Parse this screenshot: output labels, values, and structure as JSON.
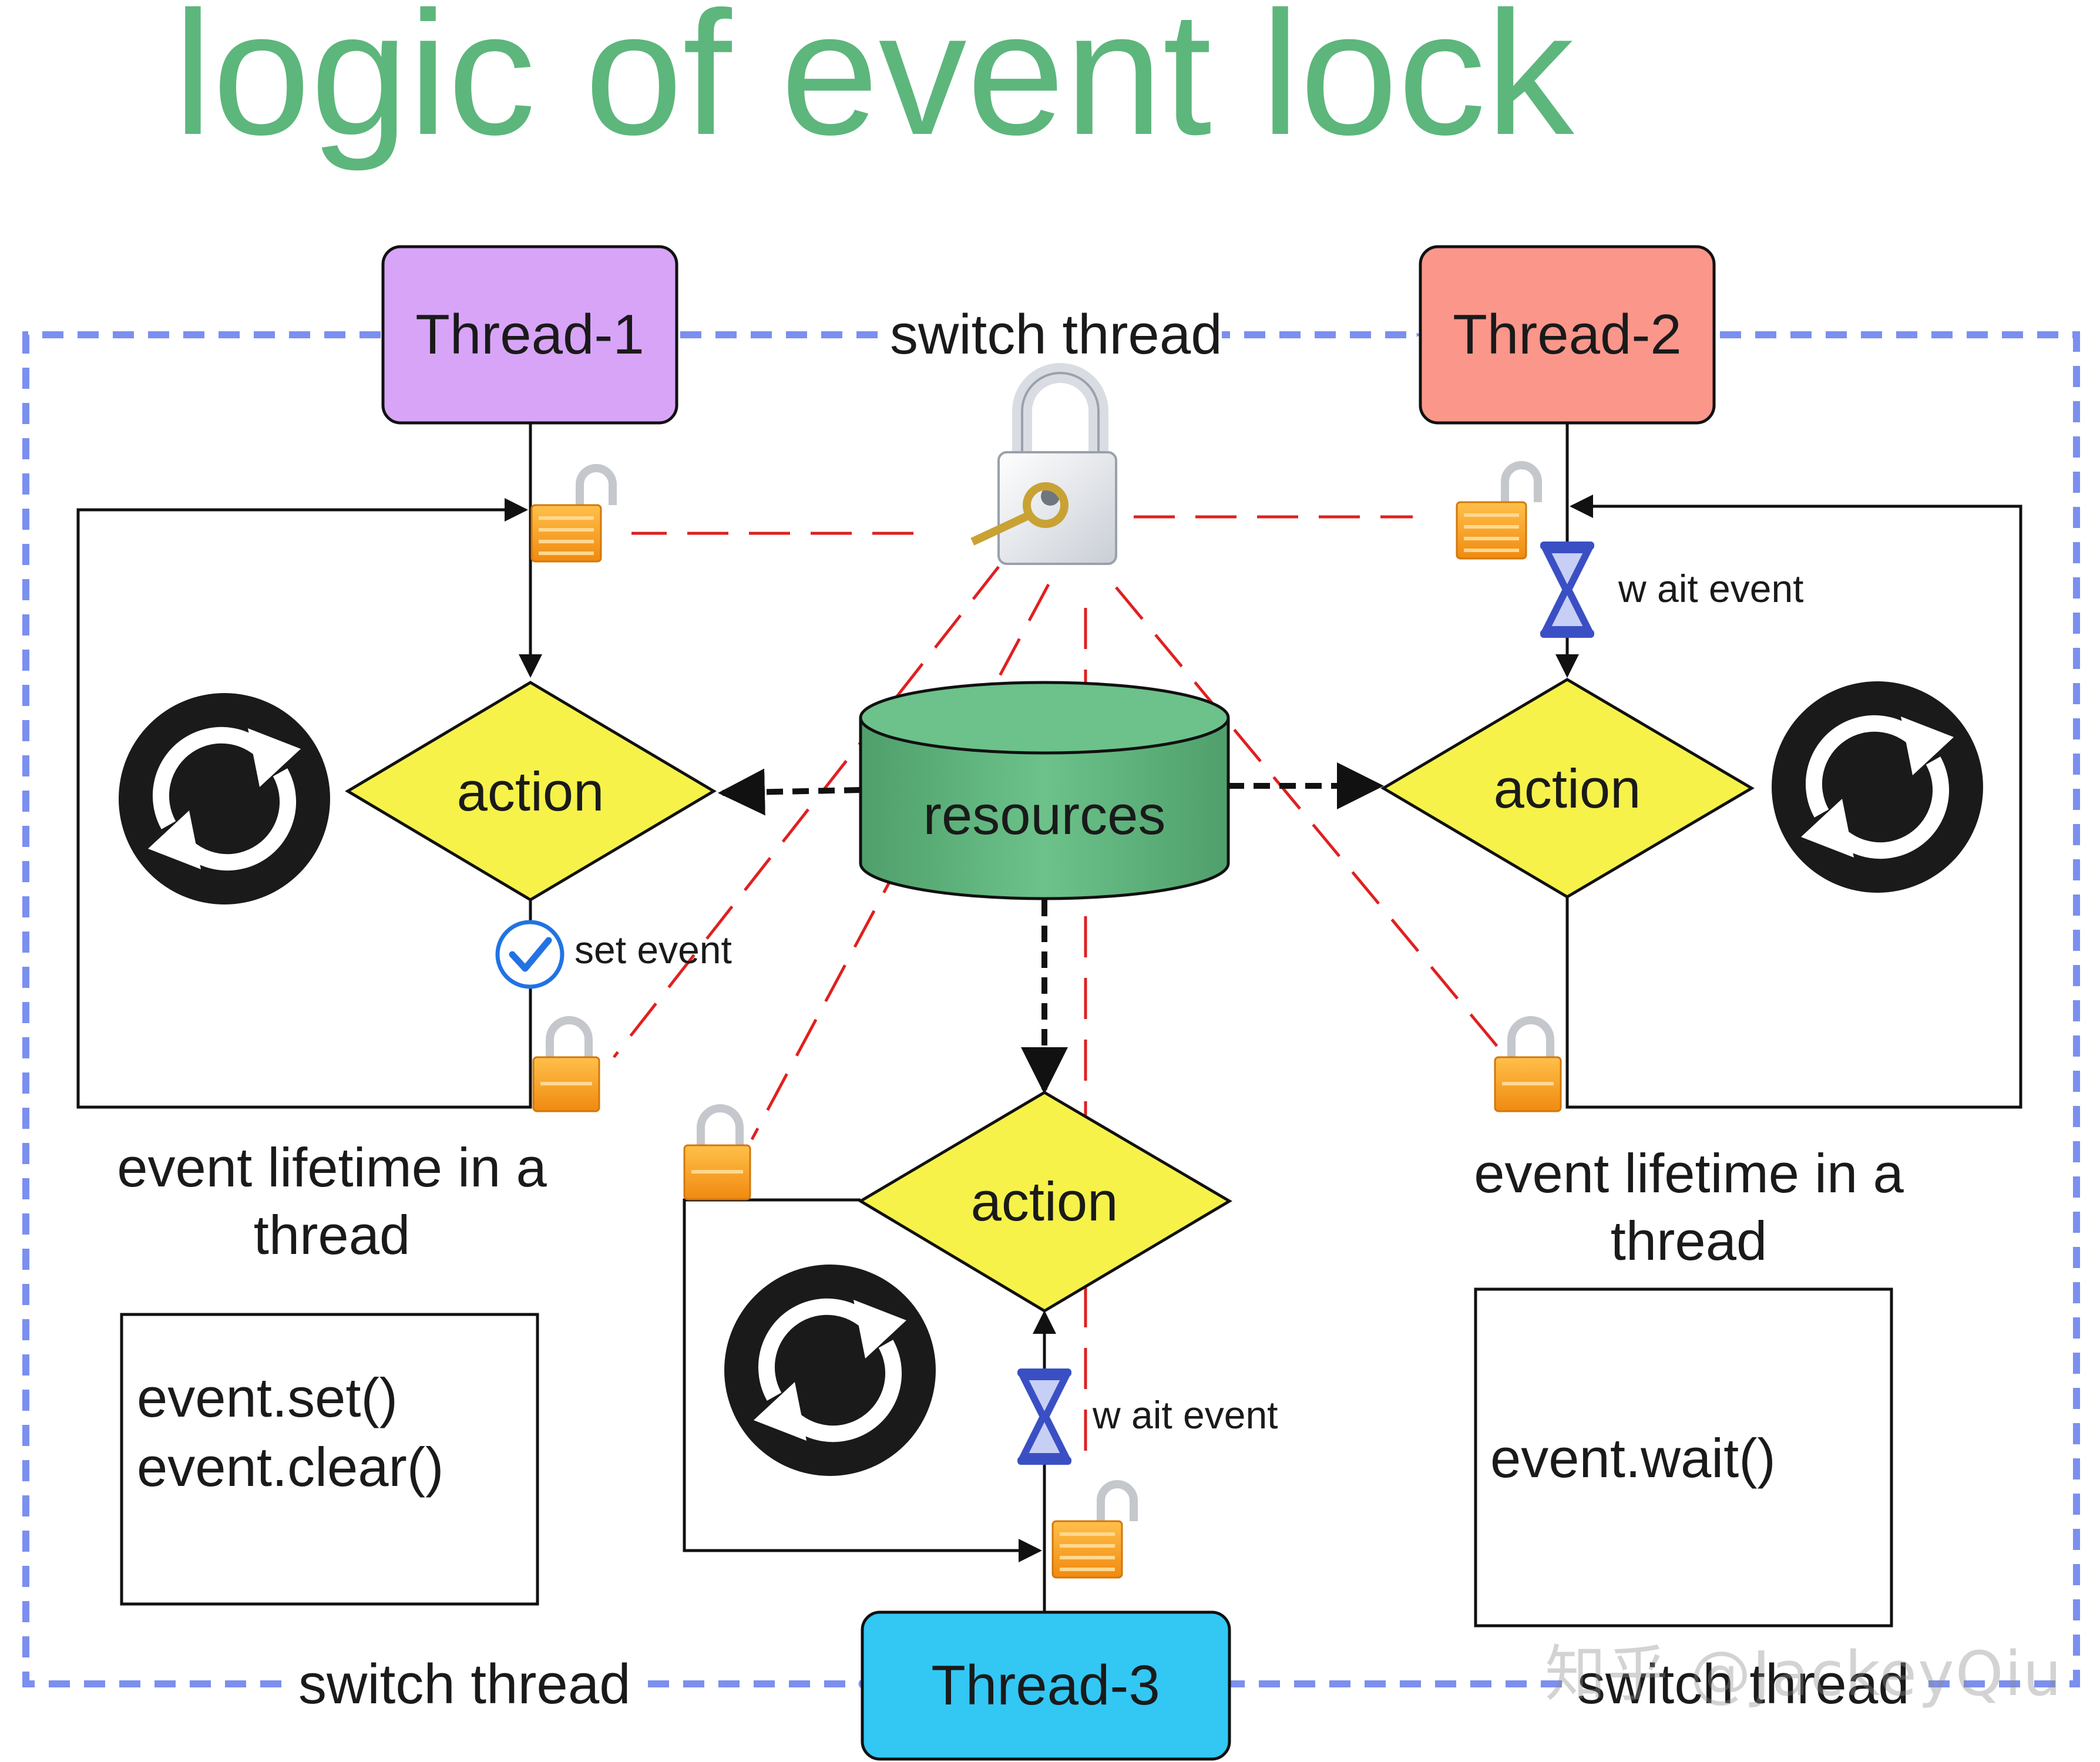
{
  "title": "logic of event lock",
  "colors": {
    "title": "#5db67c",
    "thread1": "#d8a4f8",
    "thread2": "#fb968a",
    "thread3": "#33c7f4",
    "action": "#f6f24a",
    "resources": "#62b67f",
    "switch_line": "#7b8ff0",
    "lock_line": "#e02020",
    "hourglass": "#3b4fc4",
    "check": "#2173e3",
    "padlock": "#f7a21c"
  },
  "threads": {
    "thread1": "Thread-1",
    "thread2": "Thread-2",
    "thread3": "Thread-3"
  },
  "switch_labels": {
    "top": "switch thread",
    "bottom_left": "switch thread",
    "bottom_right": "switch thread"
  },
  "nodes": {
    "resources": "resources",
    "action_left": "action",
    "action_right": "action",
    "action_bottom": "action"
  },
  "annotations": {
    "set_event": "set event",
    "wait_event_right": "w ait event",
    "wait_event_bottom": "w ait event"
  },
  "captions": {
    "left_line1": "event lifetime in a",
    "left_line2": "thread",
    "right_line1": "event lifetime in a",
    "right_line2": "thread"
  },
  "code_boxes": {
    "left_line1": "event.set()",
    "left_line2": "event.clear()",
    "right_line1": "event.wait()"
  },
  "watermark": "知乎 @JackeyQiu",
  "icons": {
    "padlock": "padlock-icon",
    "master_lock": "padlock-with-key-icon",
    "hourglass": "hourglass-icon",
    "check": "check-circle-icon",
    "refresh": "refresh-icon"
  }
}
